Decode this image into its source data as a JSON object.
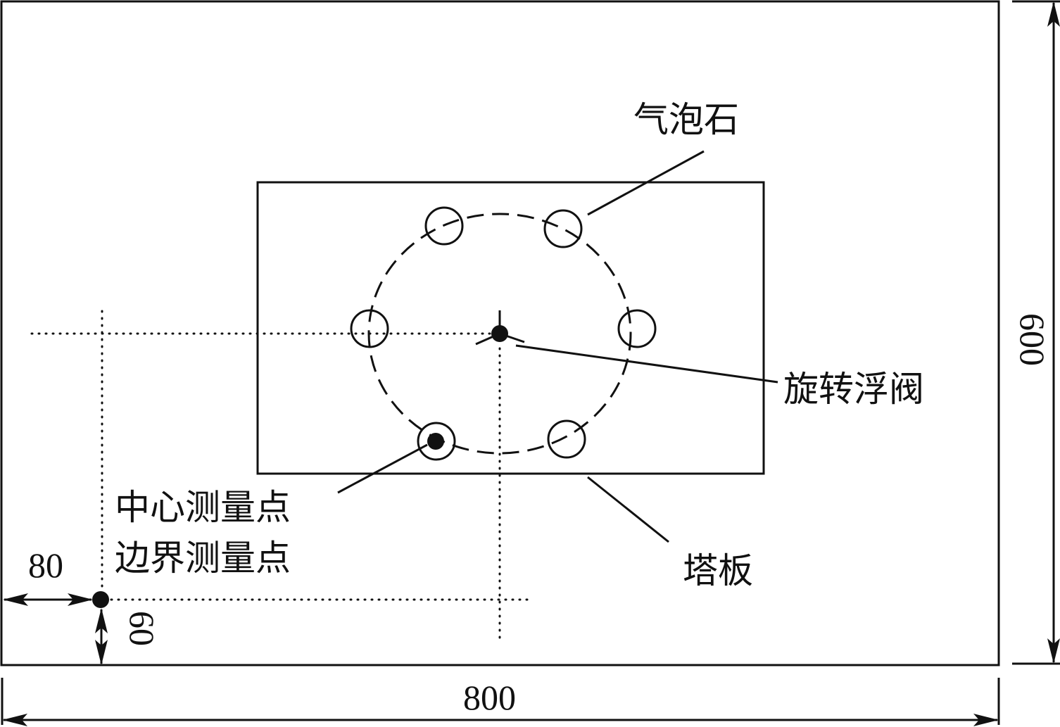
{
  "labels": {
    "bubble_stone": "气泡石",
    "rotary_float_valve": "旋转浮阀",
    "center_measure_point": "中心测量点",
    "boundary_measure_point": "边界测量点",
    "tray": "塔板"
  },
  "dimensions": {
    "width": "800",
    "height": "600",
    "offset_x": "80",
    "offset_y": "60"
  }
}
